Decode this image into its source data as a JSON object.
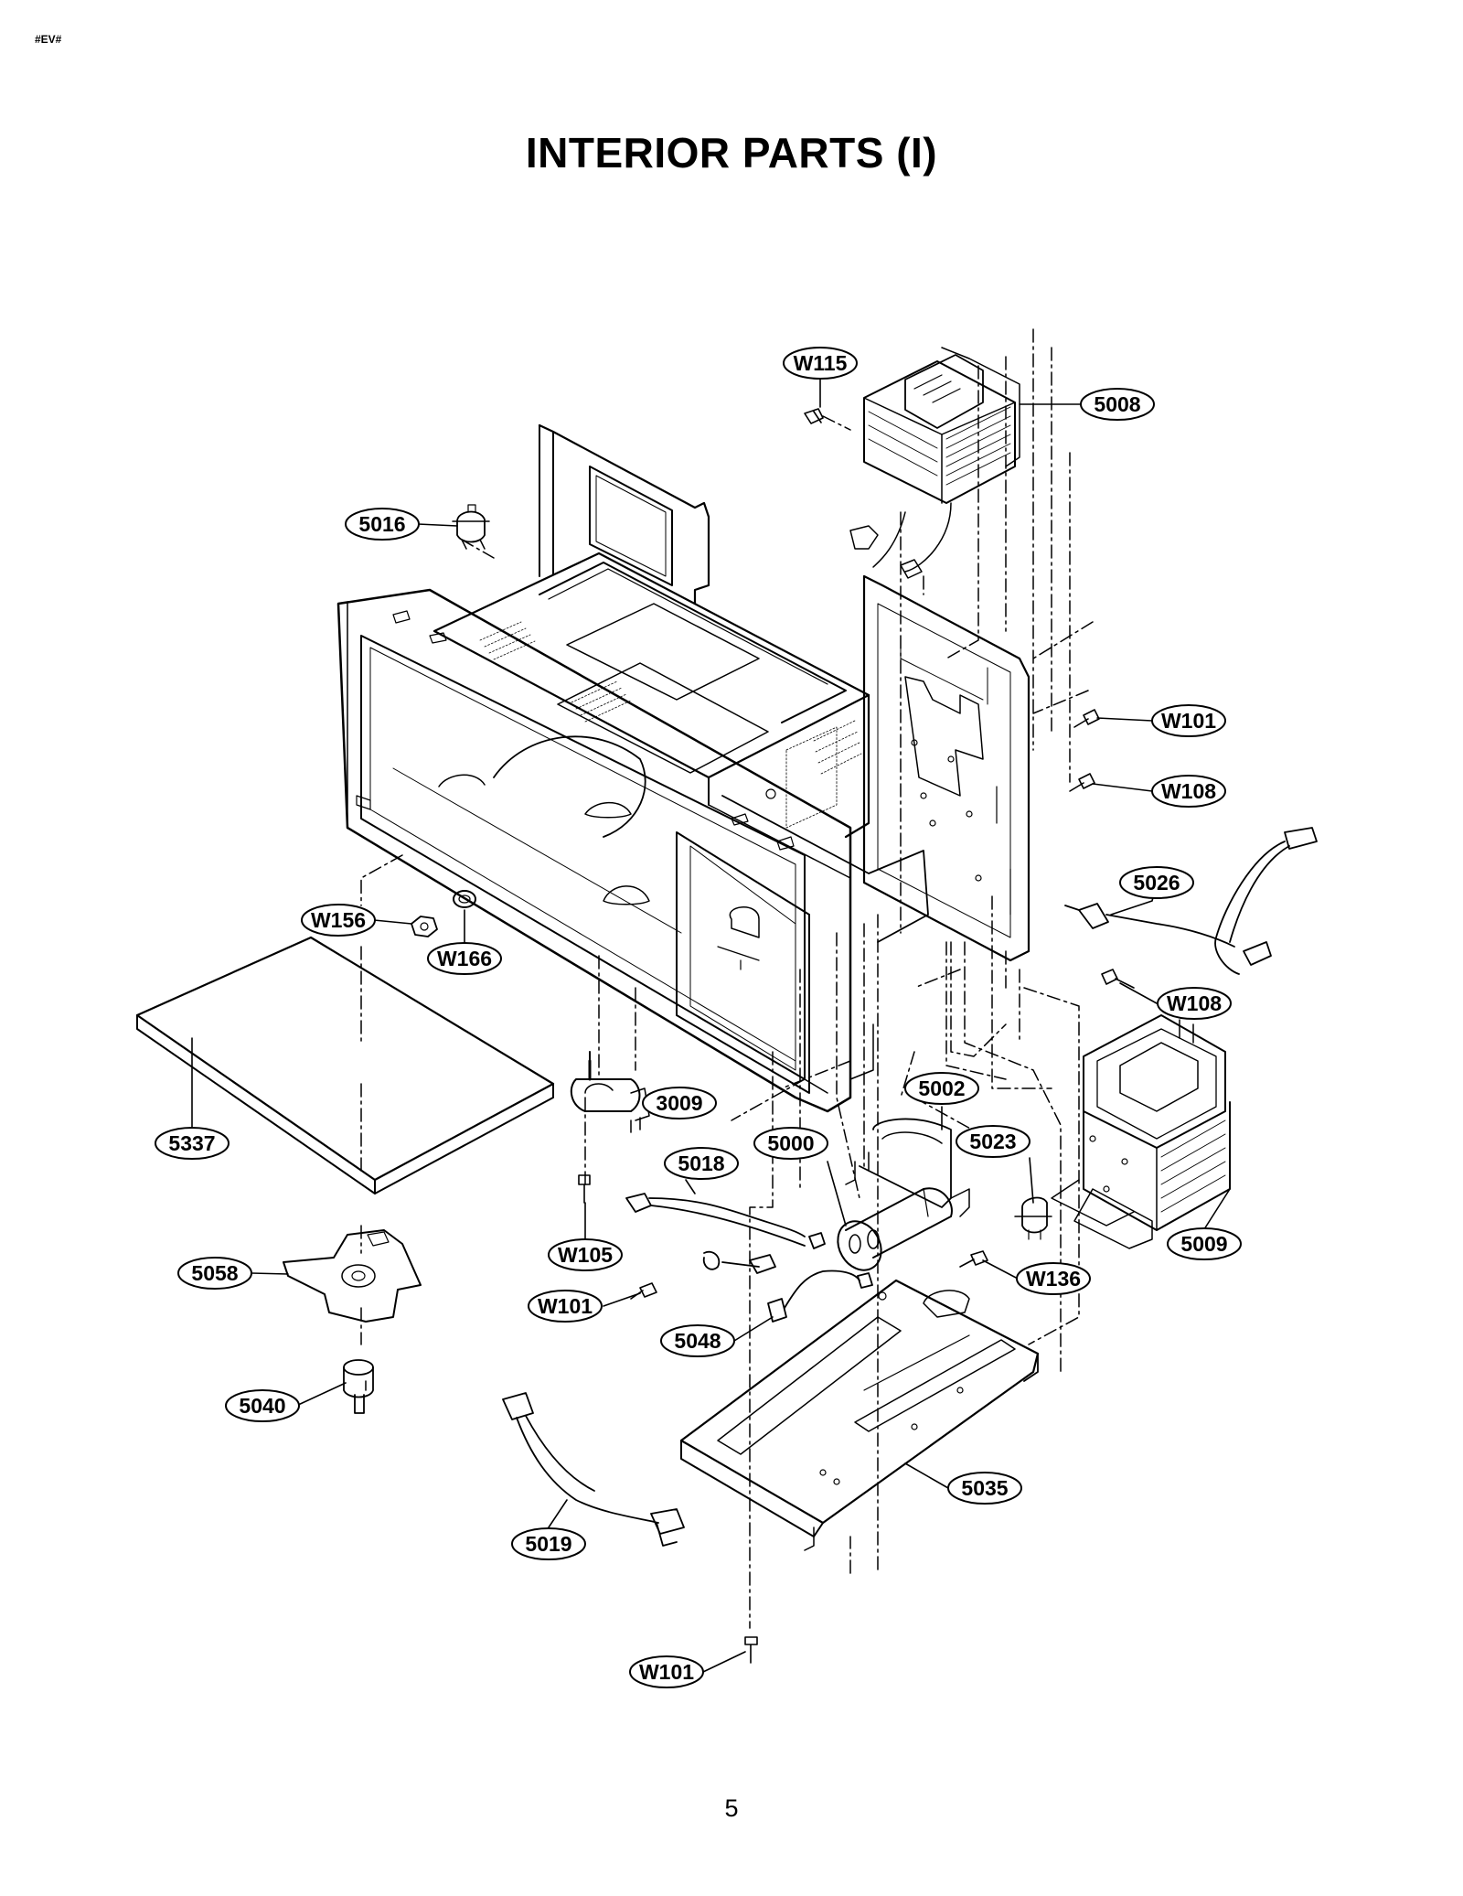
{
  "header": {
    "code": "#EV#"
  },
  "page": {
    "title": "INTERIOR PARTS (I)",
    "page_number": "5"
  },
  "callouts": [
    {
      "id": "w115a",
      "text": "W115"
    },
    {
      "id": "p5008",
      "text": "5008"
    },
    {
      "id": "p5016",
      "text": "5016"
    },
    {
      "id": "w101a",
      "text": "W101"
    },
    {
      "id": "w108a",
      "text": "W108"
    },
    {
      "id": "p5026",
      "text": "5026"
    },
    {
      "id": "w156",
      "text": "W156"
    },
    {
      "id": "w166",
      "text": "W166"
    },
    {
      "id": "w108b",
      "text": "W108"
    },
    {
      "id": "p3009",
      "text": "3009"
    },
    {
      "id": "p5002",
      "text": "5002"
    },
    {
      "id": "p5337",
      "text": "5337"
    },
    {
      "id": "p5023",
      "text": "5023"
    },
    {
      "id": "p5000",
      "text": "5000"
    },
    {
      "id": "p5018",
      "text": "5018"
    },
    {
      "id": "p5009",
      "text": "5009"
    },
    {
      "id": "w105",
      "text": "W105"
    },
    {
      "id": "p5058",
      "text": "5058"
    },
    {
      "id": "w136",
      "text": "W136"
    },
    {
      "id": "w101b",
      "text": "W101"
    },
    {
      "id": "p5048",
      "text": "5048"
    },
    {
      "id": "p5040",
      "text": "5040"
    },
    {
      "id": "p5035",
      "text": "5035"
    },
    {
      "id": "p5019",
      "text": "5019"
    },
    {
      "id": "w101c",
      "text": "W101"
    }
  ]
}
